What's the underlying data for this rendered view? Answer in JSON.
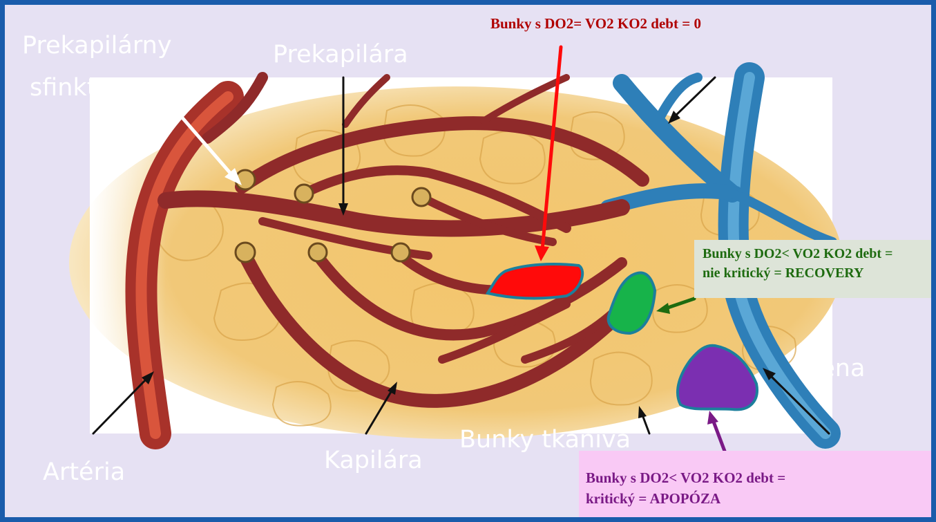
{
  "labels": {
    "prekapilarny": "Prekapilárny",
    "sfinkter": "sfinkter",
    "prekapilara": "Prekapilára",
    "arteria": "Artéria",
    "kapilara": "Kapilára",
    "bunky_tkaniva": "Bunky tkaniva",
    "vena": "Véna"
  },
  "annotations": {
    "red": "Bunky s DO2= VO2  KO2 debt = 0",
    "green_line1": "Bunky s DO2< VO2  KO2 debt =",
    "green_line2": "nie kritický = RECOVERY",
    "purple_line1": "Bunky s DO2< VO2  KO2 debt =",
    "purple_line2": "kritický = APOPÓZA"
  },
  "colors": {
    "background": "#e6e1f3",
    "border": "#1a5cab",
    "red_text": "#b00000",
    "green_text": "#1e6b10",
    "purple_text": "#7a1a86",
    "red_cell": "#ff0a0a",
    "green_cell": "#17b34a",
    "purple_cell": "#7b2fb1",
    "cell_outline": "#1c7f9c",
    "pink_box": "#f9c9f5"
  }
}
